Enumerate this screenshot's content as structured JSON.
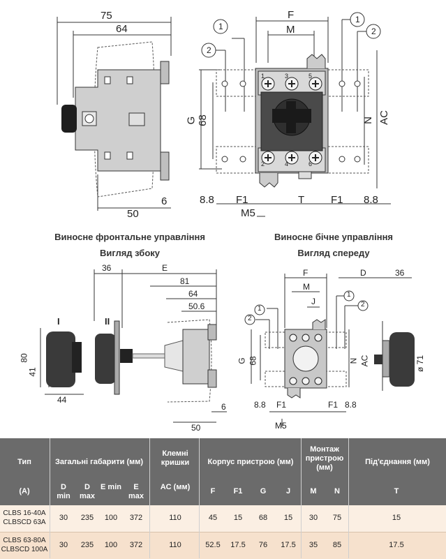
{
  "captions": {
    "front_title": "Виносне фронтальне управління",
    "front_sub": "Вигляд збоку",
    "side_title": "Виносне бічне управління",
    "side_sub": "Вигляд спереду"
  },
  "top_left_dims": {
    "d75": "75",
    "d64": "64",
    "d50": "50",
    "d6": "6"
  },
  "top_right_dims": {
    "F": "F",
    "M": "M",
    "G": "G",
    "d68": "68",
    "N": "N",
    "AC": "AC",
    "d88a": "8.8",
    "F1a": "F1",
    "M5": "M5",
    "T": "T",
    "F1b": "F1",
    "d88b": "8.8",
    "c1a": "1",
    "c2a": "2",
    "c1b": "1",
    "c2b": "2"
  },
  "terminal_numbers": {
    "t1": "1",
    "t3": "3",
    "t5": "5",
    "t2": "2",
    "t4": "4",
    "t6": "6"
  },
  "bottom_left_dims": {
    "I": "I",
    "II": "II",
    "d36": "36",
    "E": "E",
    "d81": "81",
    "d64": "64",
    "d506": "50.6",
    "d80": "80",
    "d41": "41",
    "d44": "44",
    "d6": "6",
    "d50": "50"
  },
  "bottom_right_dims": {
    "F": "F",
    "M": "M",
    "J": "J",
    "D": "D",
    "d36": "36",
    "G": "G",
    "d68": "68",
    "N": "N",
    "AC": "AC",
    "d71": "ø 71",
    "d88a": "8.8",
    "F1a": "F1",
    "F1b": "F1",
    "d88b": "8.8",
    "M5": "M5",
    "c1a": "1",
    "c2a": "2",
    "c1b": "1",
    "c2b": "2"
  },
  "table": {
    "h_type": "Тип",
    "h_type_unit": "(A)",
    "h_overall": "Загальні габарити (мм)",
    "h_covers": "Клемні кришки",
    "h_body": "Корпус пристрою (мм)",
    "h_mount": "Монтаж пристрою (мм)",
    "h_conn": "Під'єднання (мм)",
    "sub": {
      "dmin": "D min",
      "dmax": "D max",
      "emin": "E min",
      "emax": "E max",
      "ac": "AC (мм)",
      "f": "F",
      "f1": "F1",
      "g": "G",
      "j": "J",
      "m": "M",
      "n": "N",
      "t": "T"
    },
    "rows": [
      {
        "type1": "CLBS 16-40A",
        "type2": "CLBSCD 63A",
        "dmin": "30",
        "dmax": "235",
        "emin": "100",
        "emax": "372",
        "ac": "110",
        "f": "45",
        "f1": "15",
        "g": "68",
        "j": "15",
        "m": "30",
        "n": "75",
        "t": "15"
      },
      {
        "type1": "CLBS 63-80A",
        "type2": "CLBSCD 100A",
        "dmin": "30",
        "dmax": "235",
        "emin": "100",
        "emax": "372",
        "ac": "110",
        "f": "52.5",
        "f1": "17.5",
        "g": "76",
        "j": "17.5",
        "m": "35",
        "n": "85",
        "t": "17.5"
      }
    ]
  }
}
